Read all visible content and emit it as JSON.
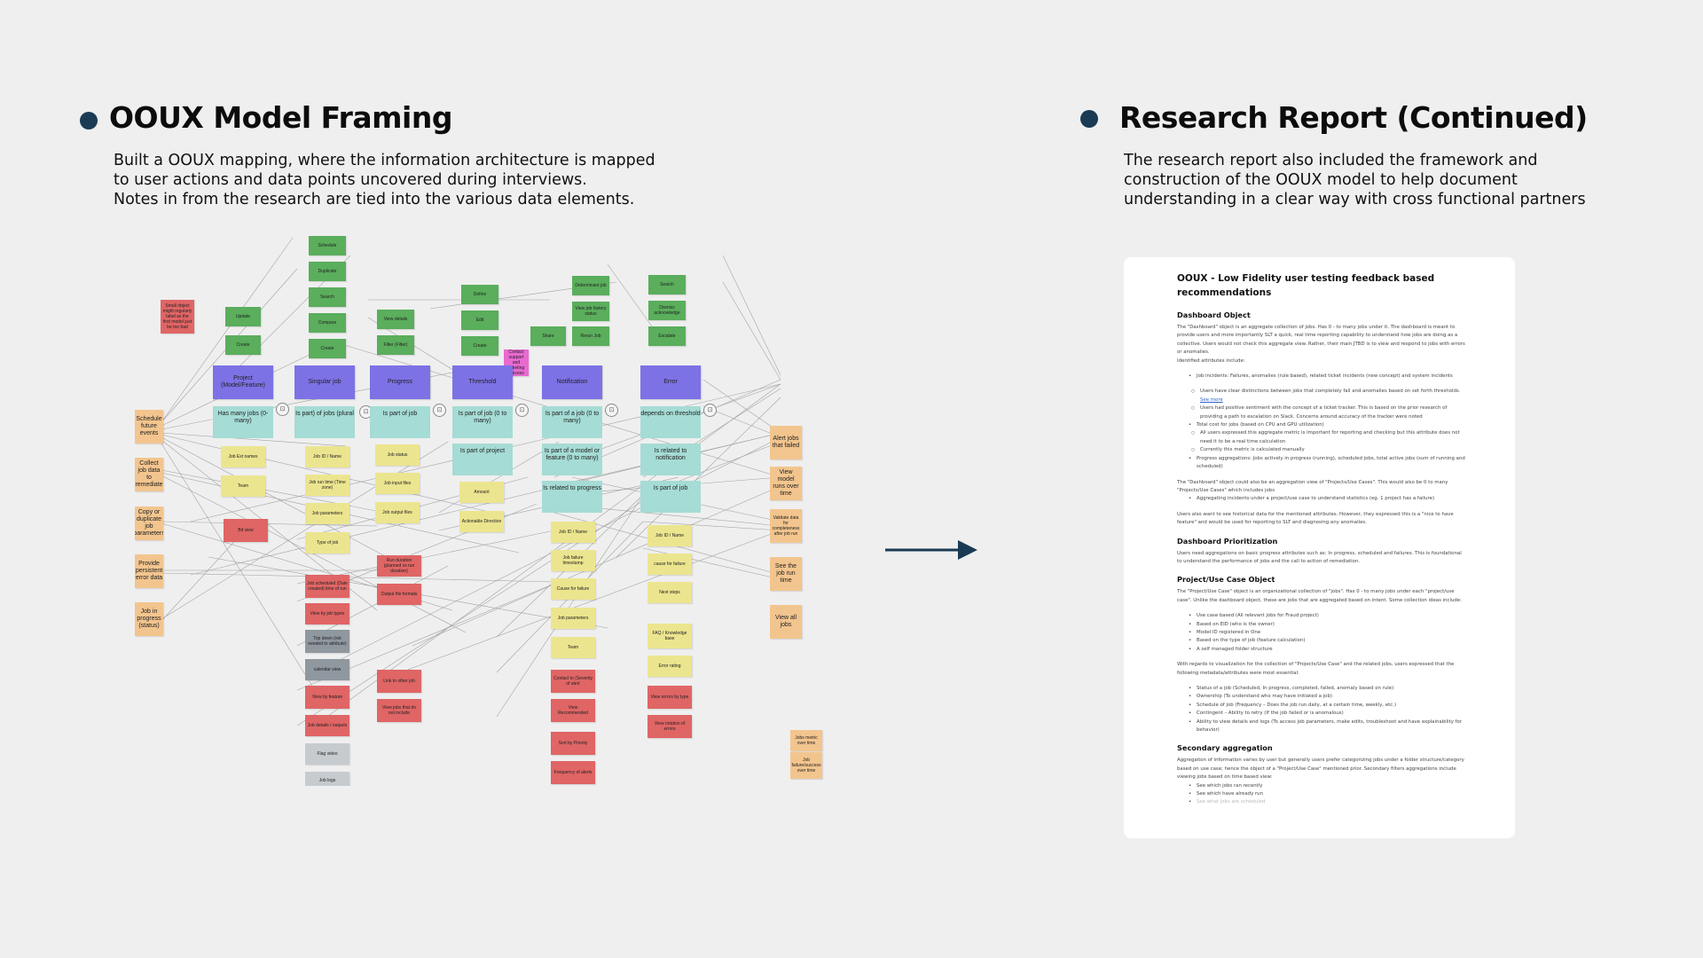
{
  "left": {
    "title": "OOUX Model Framing",
    "description": [
      "Built a OOUX mapping, where the information architecture is mapped",
      "to user actions and data points uncovered during interviews.",
      "Notes in from the research are tied into the various data elements."
    ]
  },
  "right": {
    "title": "Research Report (Continued)",
    "description": [
      "The research report also included the framework and",
      "construction of the OOUX model to help document",
      "understanding in a clear way with cross functional partners"
    ]
  },
  "board": {
    "objects": [
      "Project (Model/Feature)",
      "Singular job",
      "Progress",
      "Threshold",
      "Notification",
      "Error"
    ],
    "relationships": [
      [
        "Has many jobs (0-many)"
      ],
      [
        "Is part) of jobs (plural"
      ],
      [
        "Is part of job"
      ],
      [
        "Is part of job (0 to many)",
        "Is part of project"
      ],
      [
        "Is part of a job (0 to many)",
        "Is part of a model or feature (0 to many)",
        "Is related to progress"
      ],
      [
        "depends on threshold",
        "Is related to notification",
        "Is part of job"
      ]
    ],
    "actions_left": [
      "Schedule future events",
      "Collect job data to remediate",
      "Copy or duplicate job parameters",
      "Provide persistent error data",
      "Job in progress (status)"
    ],
    "actions_right": [
      "Alert jobs that failed",
      "View model runs over time",
      "Validate data for completeness after job run",
      "See the job run time",
      "View all jobs",
      "Jobs metric over time",
      "Job failure/success over time"
    ],
    "notes": {
      "project_green": [
        "Update",
        "Create"
      ],
      "project_yellow": [
        "Job Ext names",
        "Team"
      ],
      "project_red": [
        "Bit view"
      ],
      "red_note": "Small object might regularly label as the first model just be too bad",
      "job_green": [
        "Schedule",
        "Duplicate",
        "Search",
        "Compare",
        "Create"
      ],
      "job_yellow": [
        "Job ID / Name",
        "Job run time (Time zone)",
        "Job parameters",
        "Type of job"
      ],
      "job_red": [
        "Job scheduled (Date created) time of run",
        "View by job types",
        "View by feature",
        "Job details / outputs",
        "Job logs"
      ],
      "job_gray": [
        "Top down (not needed to attribute)",
        "calendar view",
        "Flag video"
      ],
      "progress_green": [
        "View details",
        "Filter (Filter)"
      ],
      "progress_yellow": [
        "Job status",
        "Job input files",
        "Job output files"
      ],
      "progress_red": [
        "Run duration (planned vs run duration)",
        "Output file formats",
        "Link to other job",
        "View jobs that do not include"
      ],
      "threshold_green": [
        "Define",
        "Edit",
        "Create"
      ],
      "threshold_yellow": [
        "Amount",
        "Actionable Direction"
      ],
      "pink_note": "Contact support and ticketing process",
      "notif_green": [
        "Share",
        "Determinant job",
        "View job history status",
        "Rerun Job"
      ],
      "notif_yellow": [
        "Job ID / Name",
        "Job failure timestamp",
        "Cause for failure",
        "Job parameters",
        "Team"
      ],
      "notif_red": [
        "Contact to (Severity of alert",
        "View Recommended",
        "Sort by Priority",
        "Frequency of alerts"
      ],
      "error_green": [
        "Search",
        "Dismiss acknowledge",
        "Escalate"
      ],
      "error_yellow": [
        "Job ID / Name",
        "cause for failure",
        "Next steps",
        "FAQ / Knowledge base",
        "Error rating"
      ],
      "error_red": [
        "View errors by type",
        "View rotation of errors"
      ]
    }
  },
  "document": {
    "title": "OOUX - Low Fidelity user testing feedback based recommendations",
    "sections": [
      {
        "heading": "Dashboard Object",
        "paragraphs": [
          "The \"Dashboard\" object is an aggregate collection of jobs. Has 0 - to many jobs under it. The dashboard is meant to provide users and more importantly SLT a quick, real time reporting capability to understand how jobs are doing as a collective. Users would not check this aggregate view. Rather, their main JTBD is to view and respond to jobs with errors or anomalies.",
          "Identified attributes include:"
        ],
        "bullets": [
          "Job incidents: Failures, anomalies (rule based), related ticket incidents (new concept) and system incidents",
          "Total cost for jobs (based on CPU and GPU utilization)",
          "Progress aggregations: Jobs actively in progress (running), scheduled jobs, total active jobs (sum of running and scheduled)"
        ],
        "sub1": [
          "Users have clear distinctions between jobs that completely fail and anomalies based on set forth thresholds.",
          "Users had positive sentiment with the concept of a ticket tracker. This is based on the prior research of providing a path to escalation on Slack. Concerns around accuracy of the tracker were noted"
        ],
        "see_more": "See more",
        "sub2": [
          "All users expressed this aggregate metric is important for reporting and checking but this attribute does not need it to be a real time calculation",
          "Currently this metric is calculated manually"
        ],
        "after": [
          "The \"Dashboard\" object could also be an aggregation view of \"Projects/Use Cases\". This would also be 0 to many \"Projects/Use Cases\" which includes jobs",
          "Users also want to see historical data for the mentioned attributes. However, they expressed this is a \"nice to have feature\" and would be used for reporting to SLT and diagnosing any anomalies."
        ],
        "after_bullet": "Aggregating incidents under a project/use case to understand statistics (eg. 1 project has a failure)"
      },
      {
        "heading": "Dashboard Prioritization",
        "paragraphs": [
          "Users need aggregations on basic progress attributes such as: In progress, scheduled and failures. This is foundational to understand the performance of jobs and the call to action of remediation."
        ]
      },
      {
        "heading": "Project/Use Case Object",
        "paragraphs": [
          "The \"Project/Use Case\" object is an organizational collection of \"jobs\". Has 0 - to many jobs under each \"project/use case\". Unlike the dashboard object, these are jobs that are aggregated based on intent. Some collection ideas include:"
        ],
        "bullets": [
          "Use case based (All relevant jobs for Fraud project)",
          "Based on EID (who is the owner)",
          "Model ID registered in One",
          "Based on the type of job (feature calculation)",
          "A self managed folder structure"
        ],
        "paragraphs2": [
          "With regards to visualization for the collection of \"Projects/Use Case\" and the related jobs, users expressed that the following metadata/attributes were most essential:"
        ],
        "bullets2": [
          "Status of a job (Scheduled, In progress, completed, failed, anomaly based on rule)",
          "Ownership (To understand who may have initiated a job)",
          "Schedule of job (Frequency – Does the job run daily, at a certain time, weekly, etc.)",
          "Contingent – Ability to retry (If the job failed or is anomalous)",
          "Ability to view details and logs (To access job parameters, make edits, troubleshoot and have explainability for behavior)"
        ]
      },
      {
        "heading": "Secondary aggregation",
        "paragraphs": [
          "Aggregation of information varies by user but generally users prefer categorizing jobs under a folder structure/category based on use case; hence the object of a \"Project/Use Case\" mentioned prior. Secondary filters aggregations include viewing jobs based on time based view:"
        ],
        "bullets": [
          "See which jobs ran recently",
          "See which have already run",
          "See what jobs are scheduled"
        ]
      }
    ]
  },
  "colors": {
    "bullet": "#1b3b55",
    "object": "#7c72e6",
    "relationship": "#a5dcd5",
    "green": "#5aae5c",
    "red": "#e06565",
    "yellow": "#ece58f",
    "orange": "#f3c58e",
    "gray": "#8f979f",
    "pink": "#e86ad0"
  }
}
